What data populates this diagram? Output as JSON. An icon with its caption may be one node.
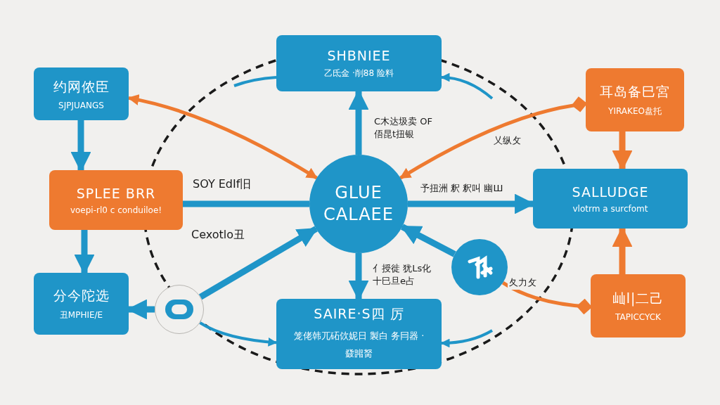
{
  "diagram": {
    "nodes": [
      {
        "text": [
          "约网侬臣",
          "SJPJUANGS"
        ]
      },
      {
        "text": [
          "SHBNIEE",
          "乙氐金 ·削88 险料"
        ]
      },
      {
        "text": [
          "耳岛备巳宮",
          "YIRAKEO盘托"
        ]
      },
      {
        "text": [
          "SPLEE BRR",
          "voepi-rl0 c conduiloe!"
        ]
      },
      {
        "text": [
          "GLUE CALAEE"
        ]
      },
      {
        "text": [
          "SALLUDGE",
          "vlotrm a surcfomt"
        ]
      },
      {
        "text": [
          "分今陀选",
          "丑MPHIE/E"
        ]
      },
      {
        "text": [],
        "shape": "circle"
      },
      {
        "text": [],
        "shape": "circle"
      },
      {
        "text": [
          "SAIRE·S四 厉",
          "笼佬韩兀砳佽妮日 製白 务冃器 · 鼗嘂胬"
        ]
      },
      {
        "text": [
          "屾l|二己",
          "TAPICCYCK"
        ]
      }
    ],
    "edges": [
      {
        "from": 0,
        "to": 3,
        "arrow": "to"
      },
      {
        "from": 3,
        "to": 6,
        "arrow": "to"
      },
      {
        "from": 4,
        "to": 1,
        "arrow": "to",
        "label": "C木达圾卖 OF俉昆t扭银"
      },
      {
        "from": 3,
        "to": 4,
        "arrow": "none",
        "label": "SOY EdIf旧"
      },
      {
        "from": 4,
        "to": 5,
        "arrow": "to",
        "label": "予扭洲 釈 釈叫 幽Ш"
      },
      {
        "from": 4,
        "to": 9,
        "arrow": "to",
        "label": "亻授徙 犹Ls化十巳旦e占"
      },
      {
        "from": 7,
        "to": 4,
        "arrow": "to",
        "label": "Cexotlo丑"
      },
      {
        "from": 7,
        "to": 6,
        "arrow": "to"
      },
      {
        "from": 7,
        "to": 9,
        "arrow": "to"
      },
      {
        "from": 8,
        "to": 4,
        "arrow": "to"
      },
      {
        "from": null,
        "to": 1,
        "arrow": "to"
      },
      {
        "from": null,
        "to": 9,
        "arrow": "to"
      },
      {
        "from": 0,
        "to": 4,
        "arrow": "both",
        "color": "#ee7a30"
      },
      {
        "from": 2,
        "to": 4,
        "arrow": "to",
        "color": "#ee7a30",
        "label": "乂纵攵"
      },
      {
        "from": 2,
        "to": 5,
        "arrow": "to",
        "color": "#ee7a30"
      },
      {
        "from": 10,
        "to": 5,
        "arrow": "to",
        "color": "#ee7a30"
      },
      {
        "from": 10,
        "to": 8,
        "arrow": "other",
        "color": "#ee7a30",
        "label": "夂力攵"
      }
    ]
  }
}
